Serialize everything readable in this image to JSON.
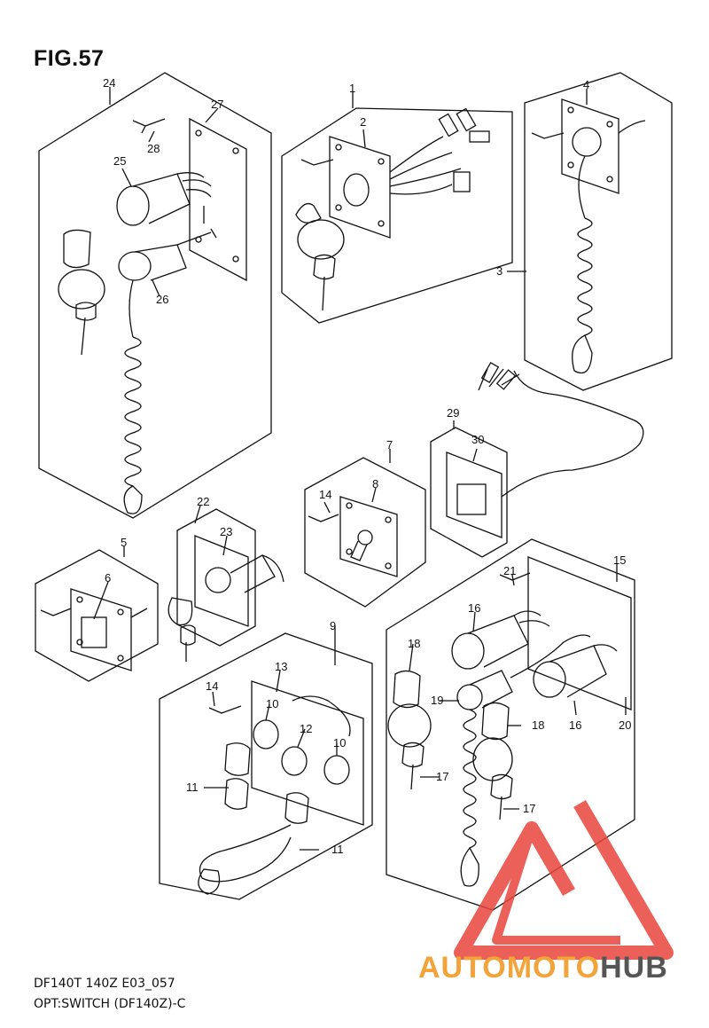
{
  "figure": {
    "title": "FIG.57",
    "footer_line1": "DF140T 140Z E03_057",
    "footer_line2": "OPT:SWITCH (DF140Z)-C"
  },
  "callouts": [
    "1",
    "2",
    "3",
    "4",
    "5",
    "6",
    "7",
    "8",
    "9",
    "10",
    "10",
    "11",
    "11",
    "12",
    "13",
    "14",
    "14",
    "15",
    "16",
    "16",
    "17",
    "17",
    "18",
    "18",
    "19",
    "20",
    "21",
    "22",
    "23",
    "24",
    "25",
    "26",
    "27",
    "28",
    "29",
    "30"
  ],
  "watermark": {
    "part1": "AUTO",
    "part2": "MOTO",
    "part3": "HUB",
    "accent": "#e8453c",
    "orange": "#f2a33a",
    "gray": "#555555"
  },
  "colors": {
    "line": "#111111",
    "background": "#ffffff"
  }
}
